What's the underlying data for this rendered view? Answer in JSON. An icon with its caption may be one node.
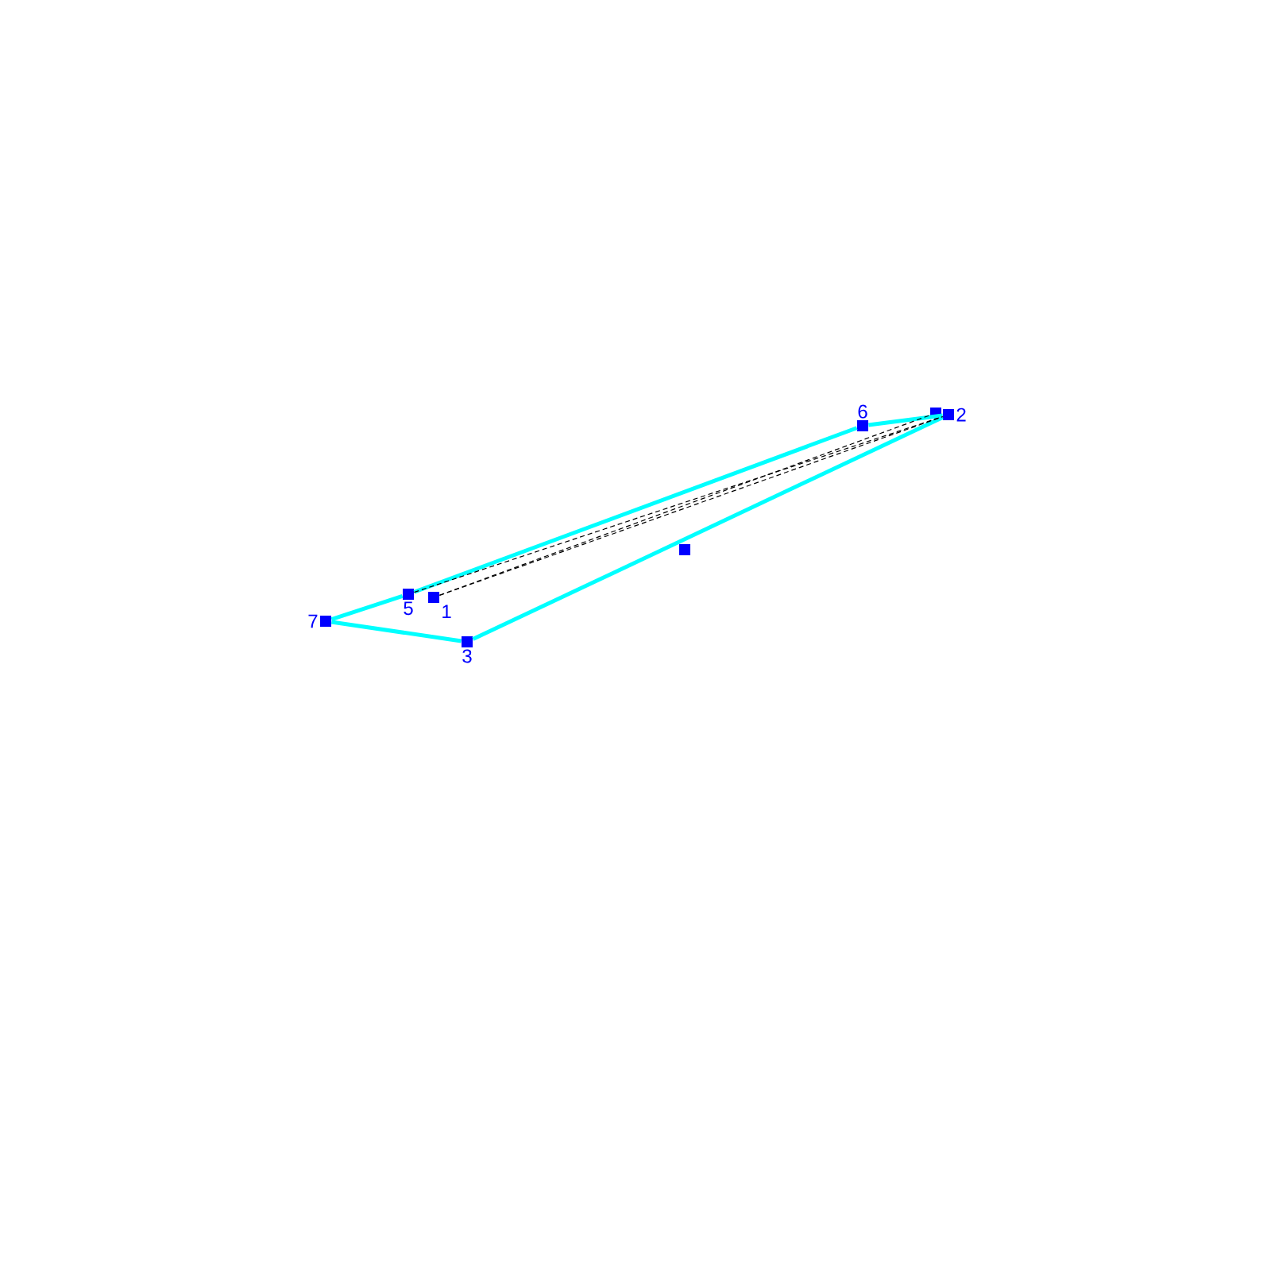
{
  "diagram": {
    "nodes": [
      {
        "text": [
          "1"
        ]
      },
      {
        "text": [
          "2"
        ]
      },
      {
        "text": [
          "3"
        ]
      },
      {
        "text": [
          "5"
        ]
      },
      {
        "text": [
          "6"
        ]
      },
      {
        "text": [
          "7"
        ]
      },
      {
        "text": [],
        "shape": "box"
      },
      {
        "text": [],
        "shape": "box"
      }
    ],
    "edges": [
      {
        "from": 5,
        "to": 3,
        "arrow": "none"
      },
      {
        "from": 3,
        "to": 4,
        "arrow": "none"
      },
      {
        "from": 4,
        "to": 1,
        "arrow": "none"
      },
      {
        "from": 1,
        "to": 2,
        "arrow": "none"
      },
      {
        "from": 2,
        "to": 5,
        "arrow": "none"
      },
      {
        "from": 3,
        "to": 1,
        "arrow": "none",
        "style": "dashed",
        "color": "#000000"
      },
      {
        "from": 0,
        "to": 1,
        "arrow": "none",
        "style": "dashed",
        "color": "#000000"
      },
      {
        "from": 0,
        "to": 6,
        "arrow": "none",
        "style": "dashed",
        "color": "#000000"
      }
    ]
  }
}
